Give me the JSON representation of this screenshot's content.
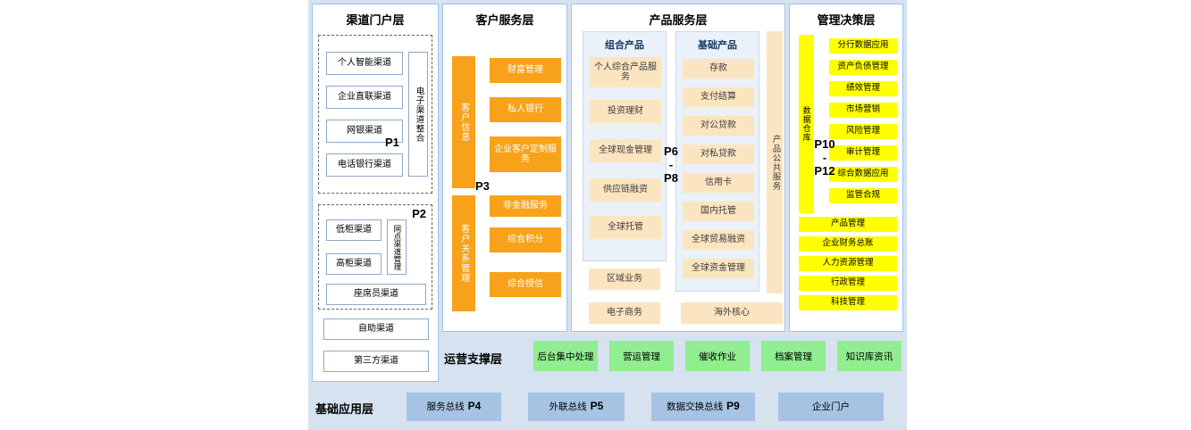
{
  "colors": {
    "background": "#d6e2f0",
    "panel_border": "#9dc3e6",
    "orange": "#f7a21a",
    "cream": "#fbe5c0",
    "yellow": "#ffff00",
    "green": "#90ee90",
    "blue_box": "#a6c3e2"
  },
  "channel_layer": {
    "title": "渠道门户层",
    "p1": {
      "label": "P1",
      "items": [
        "个人智能渠道",
        "企业直联渠道",
        "网银渠道",
        "电话银行渠道"
      ],
      "side": "电子渠道整合"
    },
    "p2": {
      "label": "P2",
      "items": [
        "低柜渠道",
        "高柜渠道"
      ],
      "side": "网点渠道管理",
      "bottom": "座席员渠道"
    },
    "extras": [
      "自助渠道",
      "第三方渠道"
    ]
  },
  "customer_layer": {
    "title": "客户服务层",
    "bars": [
      "客户信息",
      "客户关系管理"
    ],
    "p3_label": "P3",
    "top_items": [
      "财富管理",
      "私人银行",
      "企业客户定制服务"
    ],
    "bottom_items": [
      "非金融服务",
      "综合积分",
      "综合授信"
    ]
  },
  "product_layer": {
    "title": "产品服务层",
    "combo": {
      "title": "组合产品",
      "items": [
        "个人综合产品服务",
        "投资理财",
        "全球现金管理",
        "供应链融资",
        "全球托管"
      ]
    },
    "basic": {
      "title": "基础产品",
      "items": [
        "存款",
        "支付结算",
        "对公贷款",
        "对私贷款",
        "信用卡",
        "国内托管",
        "全球贸易融资",
        "全球资金管理"
      ]
    },
    "p_label": {
      "top": "P6",
      "sep": "-",
      "bottom": "P8"
    },
    "side": "产品公共服务",
    "bottom_left": [
      "区域业务",
      "电子商务"
    ],
    "bottom_right": "海外核心"
  },
  "management_layer": {
    "title": "管理决策层",
    "side": "数据仓库",
    "p_label": {
      "top": "P10",
      "sep": "-",
      "bottom": "P12"
    },
    "items": [
      "分行数据应用",
      "资产负债管理",
      "绩效管理",
      "市场营销",
      "风险管理",
      "审计管理",
      "综合数据应用",
      "监管合规"
    ],
    "wide_items": [
      "产品管理",
      "企业财务总账",
      "人力资源管理",
      "行政管理",
      "科技管理"
    ]
  },
  "operation_layer": {
    "title": "运营支撑层",
    "items": [
      "后台集中处理",
      "营运管理",
      "催收作业",
      "档案管理",
      "知识库资讯"
    ]
  },
  "base_layer": {
    "title": "基础应用层",
    "items": [
      {
        "label": "服务总线",
        "p": "P4"
      },
      {
        "label": "外联总线",
        "p": "P5"
      },
      {
        "label": "数据交换总线",
        "p": "P9"
      },
      {
        "label": "企业门户",
        "p": ""
      }
    ]
  }
}
